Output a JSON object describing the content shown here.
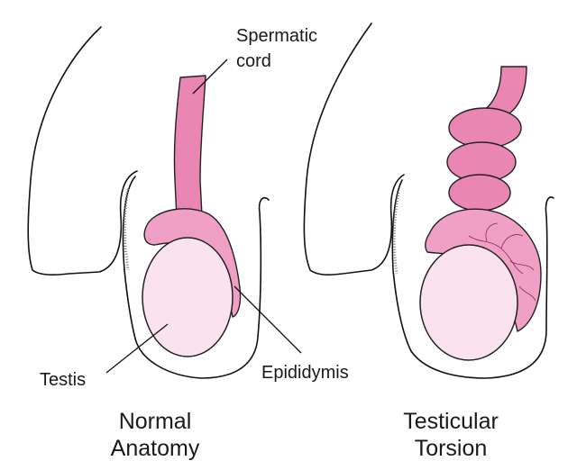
{
  "labels": {
    "spermatic_cord_line1": "Spermatic",
    "spermatic_cord_line2": "cord",
    "testis": "Testis",
    "epididymis": "Epididymis"
  },
  "captions": {
    "normal_line1": "Normal",
    "normal_line2": "Anatomy",
    "torsion_line1": "Testicular",
    "torsion_line2": "Torsion"
  },
  "colors": {
    "cord": "#ea86b3",
    "epididymis": "#f0a0c6",
    "testis": "#fbe2ef",
    "outline": "#111111"
  }
}
